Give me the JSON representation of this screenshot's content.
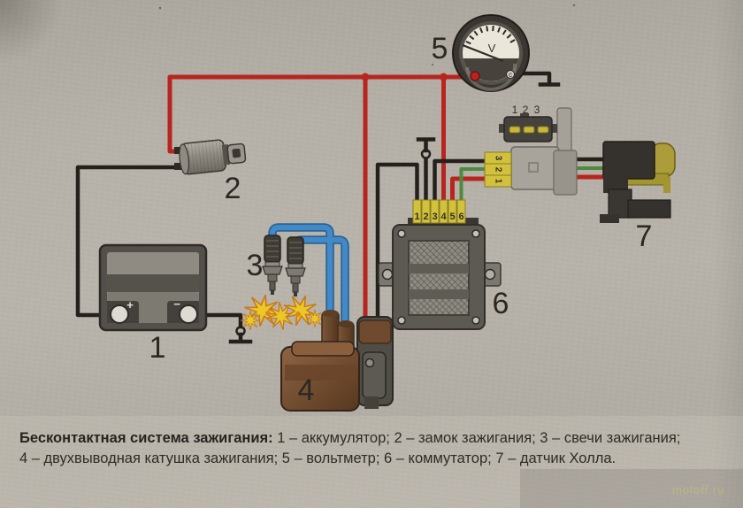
{
  "caption": {
    "title": "Бесконтактная система зажигания:",
    "line1_rest": " 1 – аккумулятор; 2 – замок зажигания; 3 – свечи зажигания;",
    "line2": "4 – двухвыводная катушка зажигания; 5 – вольтметр; 6 – коммутатор; 7 – датчик Холла."
  },
  "component_labels": {
    "battery": "1",
    "ignition_lock": "2",
    "spark_plugs": "3",
    "ignition_coil": "4",
    "voltmeter": "5",
    "commutator": "6",
    "hall_sensor": "7"
  },
  "voltmeter": {
    "unit": "V",
    "terminal_mark": "c"
  },
  "battery": {
    "plus": "+",
    "minus": "−"
  },
  "commutator_connector": {
    "pins": [
      "1",
      "2",
      "3",
      "4",
      "5",
      "6"
    ]
  },
  "hall_plug": {
    "pins_top_to_bottom": [
      "3",
      "2",
      "1"
    ]
  },
  "hall_connector_label": [
    "1",
    "2",
    "3"
  ],
  "watermark": "moloff.ru",
  "colors": {
    "wire_red": "#b8251e",
    "wire_black": "#24211d",
    "wire_green": "#4c8a3f",
    "wire_blue_hv": "#3b86c3",
    "connector_yellow": "#d2c13c",
    "spark_yellow": "#eac827",
    "paper": "#b4afa6"
  }
}
